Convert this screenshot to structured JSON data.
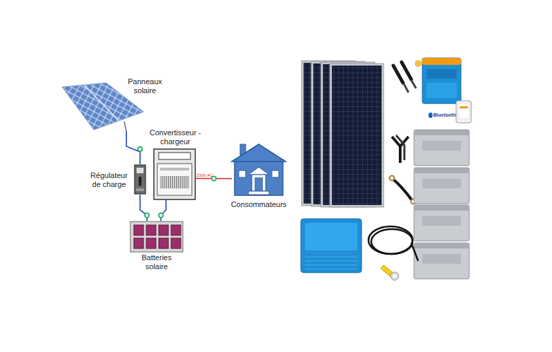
{
  "diagram": {
    "nodes": [
      {
        "text": [
          "Panneaux solaire"
        ]
      },
      {
        "text": [
          "Convertisseur -chargeur"
        ]
      },
      {
        "text": [
          "Régulateur de charge"
        ]
      },
      {
        "text": [
          "Consommateurs"
        ]
      },
      {
        "text": [
          "Batteries solaire"
        ]
      }
    ],
    "edges": [
      {
        "from": 0,
        "to": 2,
        "arrow": "none"
      },
      {
        "from": 1,
        "to": 4,
        "arrow": "none"
      },
      {
        "from": 2,
        "to": 4,
        "arrow": "none"
      },
      {
        "from": 1,
        "to": 3,
        "label": "230V AC",
        "arrow": "none"
      }
    ],
    "labels": [
      "Bluetooth"
    ]
  }
}
